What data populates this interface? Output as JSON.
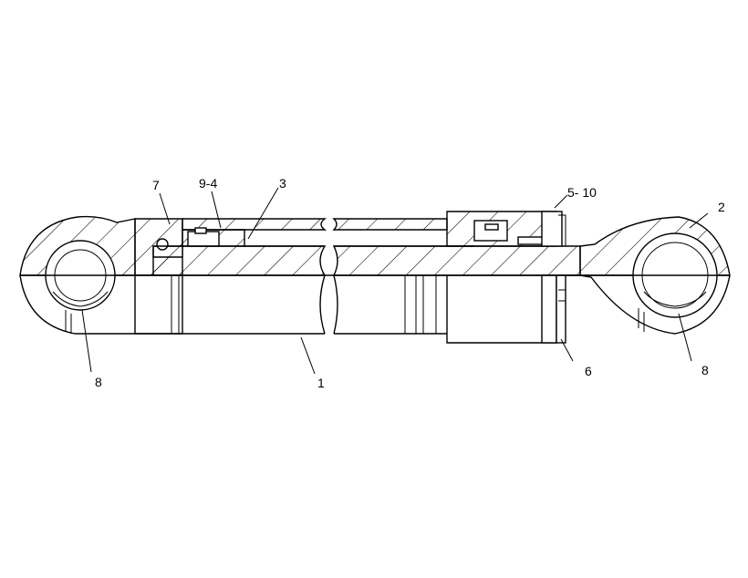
{
  "callouts": {
    "rod": "1",
    "rod_eye": "2",
    "rod_seal": "3",
    "piston_seal": "5- 10",
    "piston_nut": "6",
    "wiper": "7",
    "bearings_left": "8",
    "bearings_right": "8",
    "head_seals": "9-4"
  }
}
